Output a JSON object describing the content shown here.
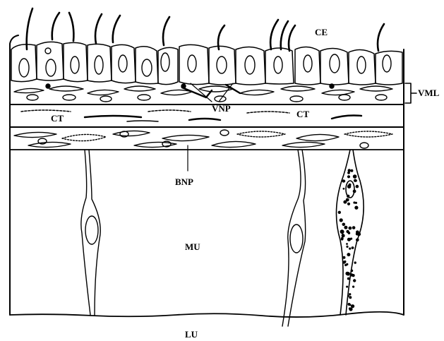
{
  "figure": {
    "labels": {
      "ce": "CE",
      "vml": "VML",
      "vnp": "VNP",
      "ct_left": "CT",
      "ct_right": "CT",
      "bnp": "BNP",
      "mu": "MU",
      "lu": "LU"
    }
  }
}
